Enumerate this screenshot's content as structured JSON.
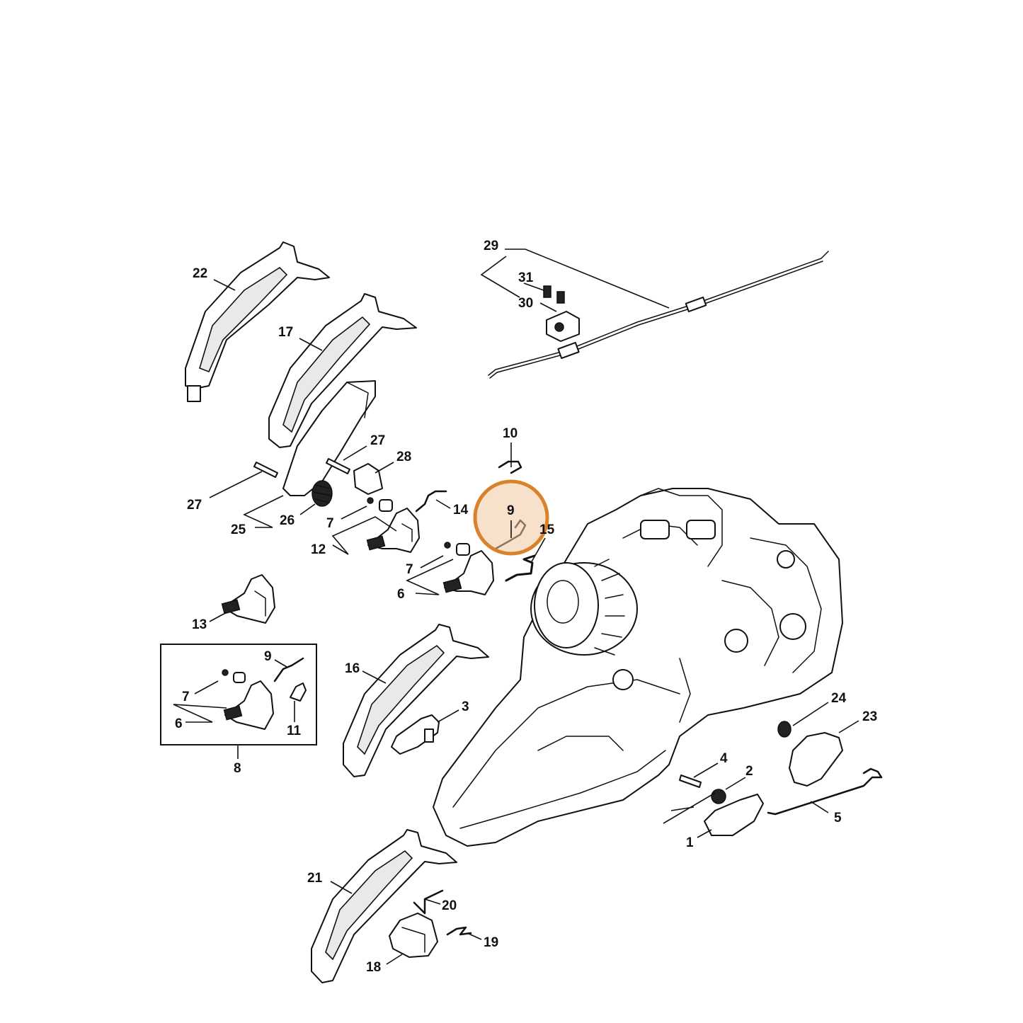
{
  "diagram": {
    "highlight": {
      "label": "9",
      "color": "#d9822b",
      "fill": "#f3c9a0"
    },
    "callouts": [
      {
        "id": "22",
        "label": "22"
      },
      {
        "id": "17",
        "label": "17"
      },
      {
        "id": "29",
        "label": "29"
      },
      {
        "id": "31",
        "label": "31"
      },
      {
        "id": "30",
        "label": "30"
      },
      {
        "id": "10",
        "label": "10"
      },
      {
        "id": "27a",
        "label": "27"
      },
      {
        "id": "28",
        "label": "28"
      },
      {
        "id": "27b",
        "label": "27"
      },
      {
        "id": "26",
        "label": "26"
      },
      {
        "id": "25",
        "label": "25"
      },
      {
        "id": "14",
        "label": "14"
      },
      {
        "id": "7a",
        "label": "7"
      },
      {
        "id": "12",
        "label": "12"
      },
      {
        "id": "15",
        "label": "15"
      },
      {
        "id": "7b",
        "label": "7"
      },
      {
        "id": "6a",
        "label": "6"
      },
      {
        "id": "13",
        "label": "13"
      },
      {
        "id": "9b",
        "label": "9"
      },
      {
        "id": "7c",
        "label": "7"
      },
      {
        "id": "6b",
        "label": "6"
      },
      {
        "id": "11",
        "label": "11"
      },
      {
        "id": "8",
        "label": "8"
      },
      {
        "id": "16",
        "label": "16"
      },
      {
        "id": "3",
        "label": "3"
      },
      {
        "id": "24",
        "label": "24"
      },
      {
        "id": "23",
        "label": "23"
      },
      {
        "id": "4",
        "label": "4"
      },
      {
        "id": "2",
        "label": "2"
      },
      {
        "id": "5",
        "label": "5"
      },
      {
        "id": "1",
        "label": "1"
      },
      {
        "id": "21",
        "label": "21"
      },
      {
        "id": "20",
        "label": "20"
      },
      {
        "id": "19",
        "label": "19"
      },
      {
        "id": "18",
        "label": "18"
      }
    ]
  }
}
